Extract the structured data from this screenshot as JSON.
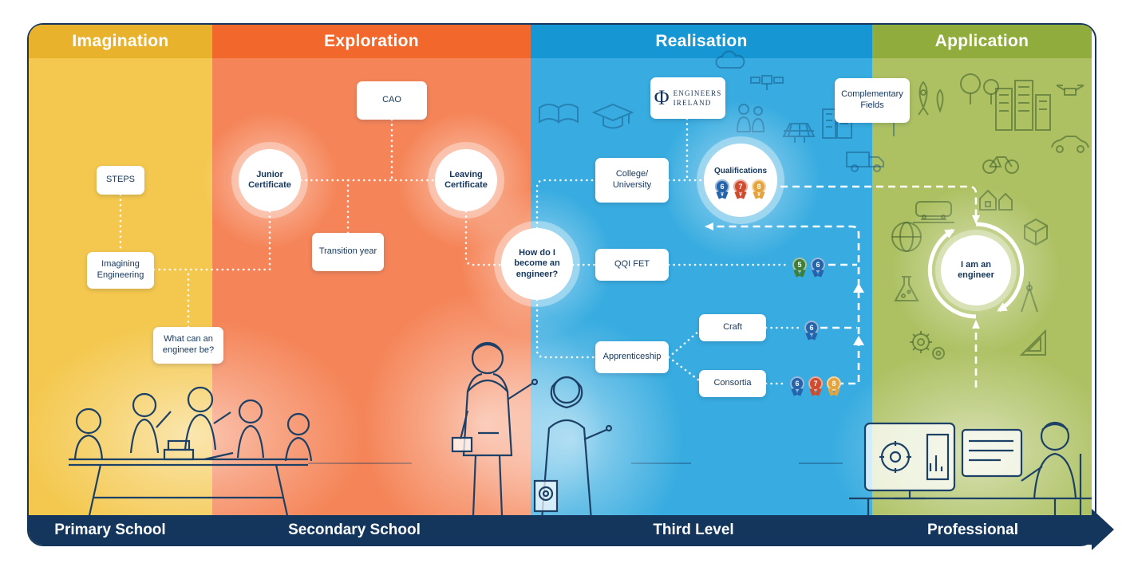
{
  "stages": [
    {
      "label": "Imagination",
      "level": "Primary School"
    },
    {
      "label": "Exploration",
      "level": "Secondary School"
    },
    {
      "label": "Realisation",
      "level": "Third Level"
    },
    {
      "label": "Application",
      "level": "Professional"
    }
  ],
  "nodes": {
    "steps": "STEPS",
    "imagining_engineering": "Imagining Engineering",
    "what_can_engineer_be": "What can an engineer be?",
    "junior_certificate": "Junior Certificate",
    "cao": "CAO",
    "transition_year": "Transition year",
    "leaving_certificate": "Leaving Certificate",
    "how_do_i": "How do I become an engineer?",
    "college_university": "College/ University",
    "qqi_fet": "QQI FET",
    "apprenticeship": "Apprenticeship",
    "craft": "Craft",
    "consortia": "Consortia",
    "qualifications": "Qualifications",
    "complementary_fields": "Complementary Fields",
    "i_am_an_engineer": "I am an engineer"
  },
  "logo": {
    "symbol": "Φ",
    "line1": "ENGINEERS",
    "line2": "IRELAND"
  },
  "medals": {
    "qualifications": [
      "6",
      "7",
      "8"
    ],
    "qqi_fet": [
      "5",
      "6"
    ],
    "craft": [
      "6"
    ],
    "consortia": [
      "6",
      "7",
      "8"
    ]
  },
  "colors": {
    "imagination": "#F4C84E",
    "imagination_header": "#E9B22C",
    "exploration": "#F58559",
    "exploration_header": "#F2682C",
    "realisation": "#38ACE0",
    "realisation_header": "#1697D4",
    "application": "#ADC163",
    "application_header": "#8FAC3C",
    "navy": "#14365C",
    "white": "#FFFFFF"
  }
}
